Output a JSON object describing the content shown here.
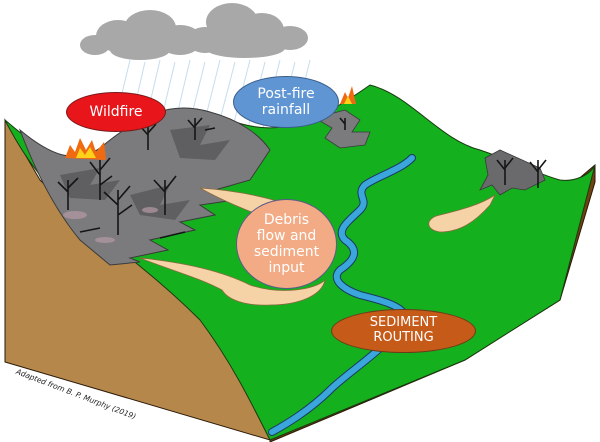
{
  "diagram": {
    "title": "Post-fire sediment cascade block diagram",
    "labels": {
      "wildfire": "Wildfire",
      "rainfall_line1": "Post-fire",
      "rainfall_line2": "rainfall",
      "debris_line1": "Debris",
      "debris_line2": "flow and",
      "debris_line3": "sediment",
      "debris_line4": "input",
      "routing_line1": "SEDIMENT",
      "routing_line2": "ROUTING"
    },
    "credit": "Adapted from B. P. Murphy (2019)",
    "colors": {
      "grass": "#15b01e",
      "burned": "#7b7b7d",
      "soil_left": "#b5874a",
      "soil_right": "#6e4310",
      "river": "#3aa6dc",
      "deposit": "#f5d3a6",
      "cloud": "#a8a8a8",
      "fire": "#f06a12",
      "wildfire_label": "#e8151b",
      "rainfall_label": "#5e95d2",
      "debris_label": "#f2ab84",
      "routing_label": "#c65a18"
    },
    "elements": [
      "clouds",
      "rain",
      "burned-hillslope",
      "burned-trees",
      "flames",
      "river",
      "debris-fans",
      "soil-block"
    ]
  }
}
